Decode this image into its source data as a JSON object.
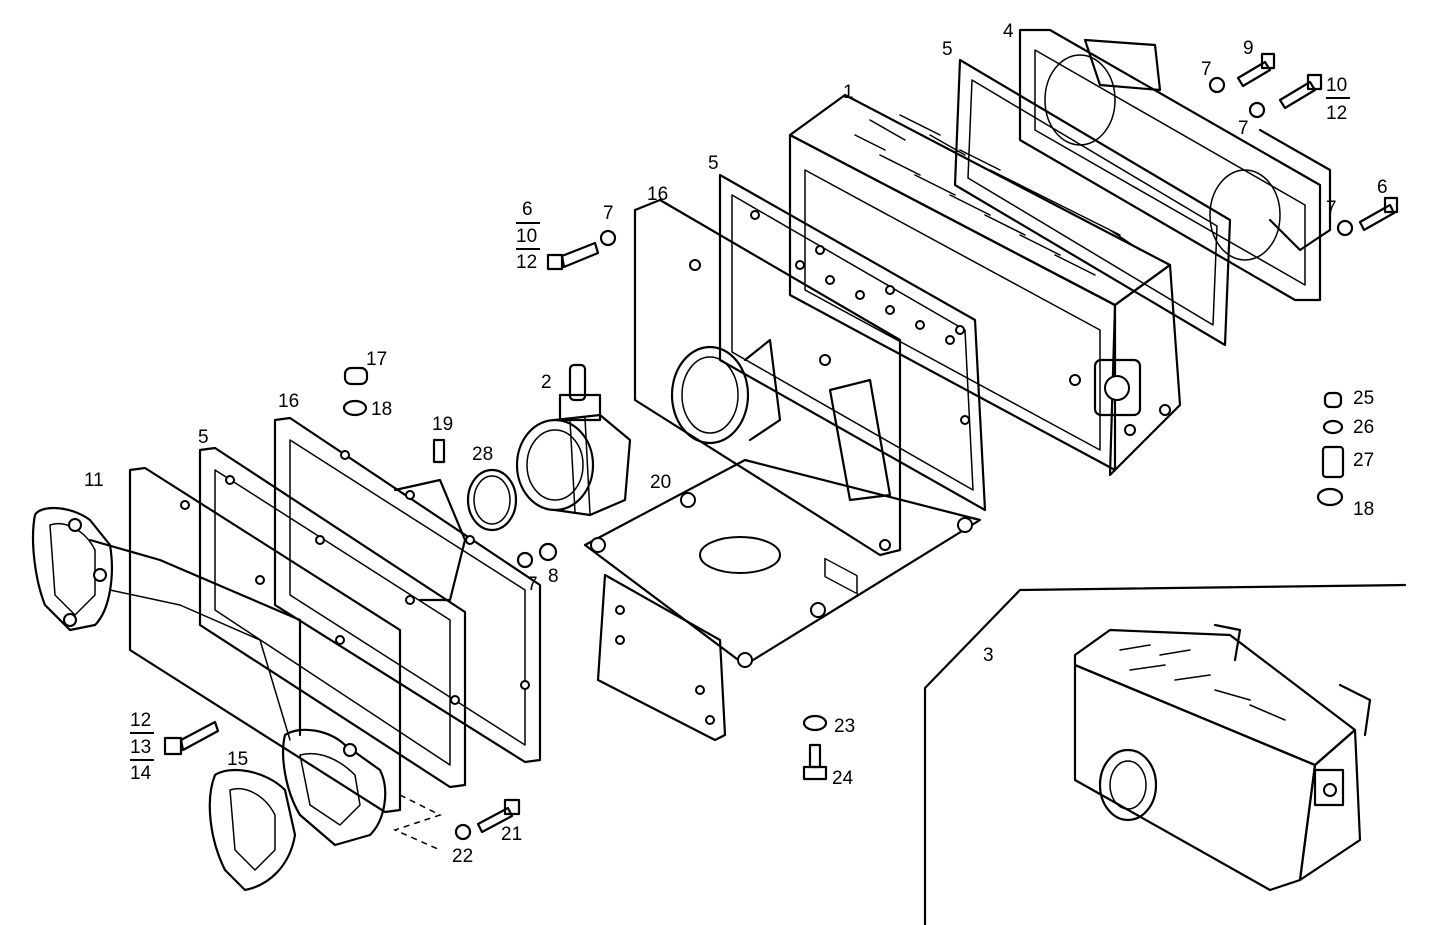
{
  "callouts": {
    "c1": "1",
    "c2": "2",
    "c3": "3",
    "c4": "4",
    "c5a": "5",
    "c5b": "5",
    "c5c": "5",
    "c6": "6",
    "c7a": "7",
    "c7b": "7",
    "c7c": "7",
    "c7d": "7",
    "c7e": "7",
    "c8": "8",
    "c9": "9",
    "c11": "11",
    "c15": "15",
    "c16a": "16",
    "c16b": "16",
    "c17": "17",
    "c18a": "18",
    "c18b": "18",
    "c19": "19",
    "c20": "20",
    "c21": "21",
    "c22": "22",
    "c23": "23",
    "c24": "24",
    "c25": "25",
    "c26": "26",
    "c27": "27",
    "c28": "28"
  },
  "fractions": {
    "f_10_12": [
      "10",
      "12"
    ],
    "f_6_10_12": [
      "6",
      "10",
      "12"
    ],
    "f_12_13_14": [
      "12",
      "13",
      "14"
    ]
  }
}
